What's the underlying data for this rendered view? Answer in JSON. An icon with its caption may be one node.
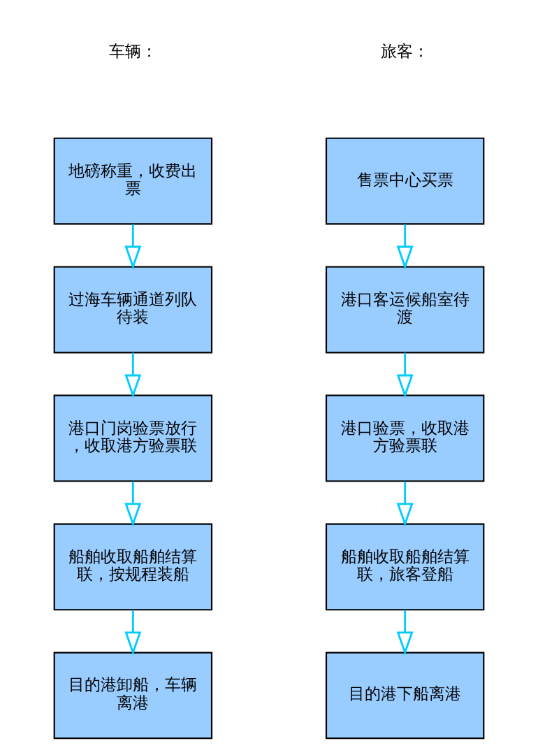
{
  "diagram": {
    "nodes": [
      {
        "text": [
          "地磅称重，收费出票"
        ]
      },
      {
        "text": [
          "过海车辆通道列队待装"
        ]
      },
      {
        "text": [
          "港口门岗验票放行，收取港方验票联"
        ]
      },
      {
        "text": [
          "船舶收取船舶结算联，按规程装船"
        ]
      },
      {
        "text": [
          "目的港卸船，车辆离港"
        ]
      },
      {
        "text": [
          "售票中心买票"
        ]
      },
      {
        "text": [
          "港口客运候船室待渡"
        ]
      },
      {
        "text": [
          "港口验票，收取港方验票联"
        ]
      },
      {
        "text": [
          "船舶收取船舶结算联，旅客登船"
        ]
      },
      {
        "text": [
          "目的港下船离港"
        ]
      }
    ],
    "edges": [
      {
        "from": 0,
        "to": 1,
        "arrow": "to"
      },
      {
        "from": 1,
        "to": 2,
        "arrow": "to"
      },
      {
        "from": 2,
        "to": 3,
        "arrow": "to"
      },
      {
        "from": 3,
        "to": 4,
        "arrow": "to"
      },
      {
        "from": 5,
        "to": 6,
        "arrow": "to"
      },
      {
        "from": 6,
        "to": 7,
        "arrow": "to"
      },
      {
        "from": 7,
        "to": 8,
        "arrow": "to"
      },
      {
        "from": 8,
        "to": 9,
        "arrow": "to"
      }
    ],
    "labels": [
      "车辆：",
      "旅客："
    ]
  }
}
